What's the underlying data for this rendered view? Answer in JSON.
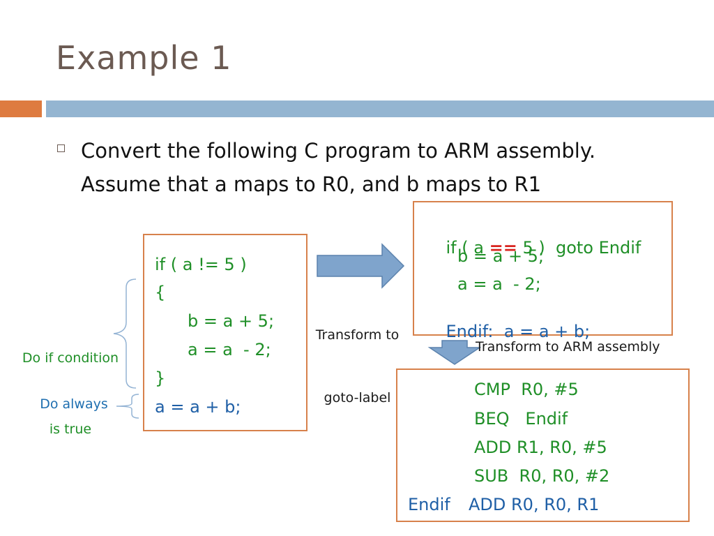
{
  "slide": {
    "title": "Example 1",
    "bullet_line1": "Convert the following C program to ARM assembly.",
    "bullet_line2": "Assume that  a maps to R0, and b maps to R1"
  },
  "c_code": {
    "line1": "if ( a != 5 )",
    "line2": "{",
    "line3": "b = a + 5;",
    "line4": "a = a  - 2;",
    "line5": "}",
    "line6": "a = a + b;"
  },
  "annotations": {
    "cond_line1": "Do if condition",
    "cond_line2": "is true",
    "always": "Do always"
  },
  "arrow1": {
    "line1": "Transform to",
    "line2": "goto-label"
  },
  "goto_code": {
    "line1_a": "if ( a ",
    "line1_eq": "==",
    "line1_b": " 5 )  goto Endif",
    "line2": "b = a + 5;",
    "line3": "a = a  - 2;",
    "line4_label": "Endif:",
    "line4_stmt": "a = a + b;"
  },
  "arrow2": {
    "label": "Transform to ARM assembly"
  },
  "arm_code": {
    "line1": "CMP  R0, #5",
    "line2": "BEQ   Endif",
    "line3": "ADD R1, R0, #5",
    "line4": "SUB  R0, R0, #2",
    "line5_label": "Endif",
    "line5_instr": "ADD R0, R0, R1"
  },
  "colors": {
    "title": "#6b5a52",
    "accent_orange": "#de7b40",
    "accent_blue": "#94b5d1",
    "code_green": "#1f8f27",
    "code_blue": "#1f5fa6",
    "highlight_red": "#d8231e",
    "box_border": "#d7814b",
    "arrow_fill": "#7fa4cc"
  }
}
